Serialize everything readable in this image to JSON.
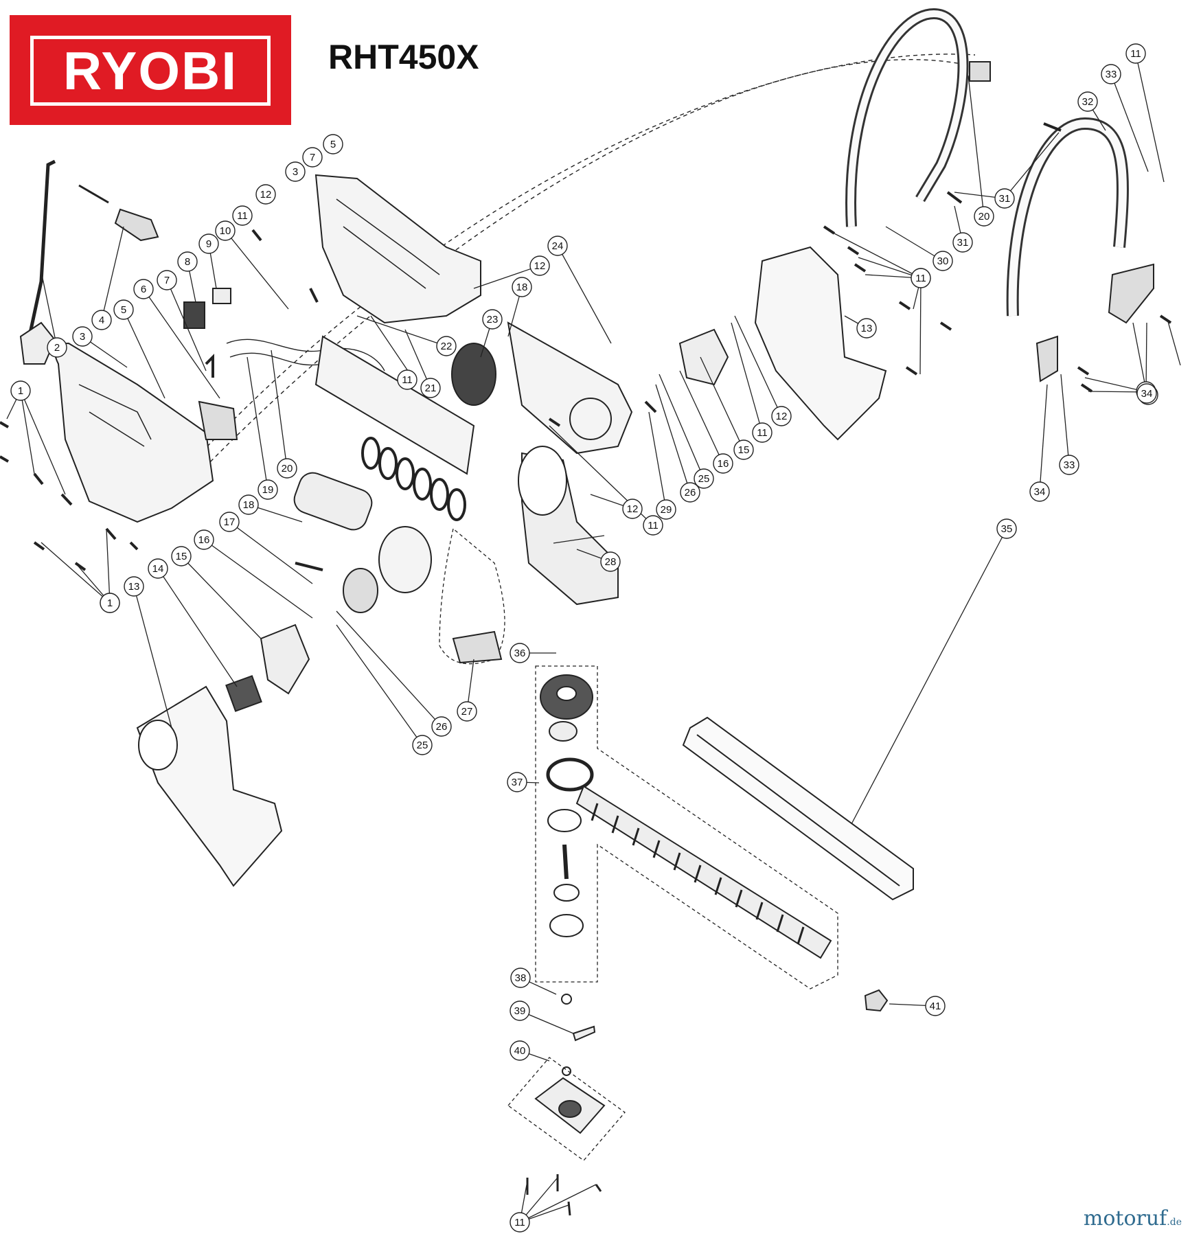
{
  "brand": {
    "logo_text": "RYOBI",
    "logo_color": "#e01b24"
  },
  "model": "RHT450X",
  "watermark": {
    "name": "motoruf",
    "tld": ".de"
  },
  "callouts": [
    {
      "n": "1"
    },
    {
      "n": "1"
    },
    {
      "n": "1"
    },
    {
      "n": "1"
    },
    {
      "n": "2"
    },
    {
      "n": "3"
    },
    {
      "n": "3"
    },
    {
      "n": "4"
    },
    {
      "n": "5"
    },
    {
      "n": "5"
    },
    {
      "n": "6"
    },
    {
      "n": "7"
    },
    {
      "n": "7"
    },
    {
      "n": "8"
    },
    {
      "n": "9"
    },
    {
      "n": "10"
    },
    {
      "n": "11"
    },
    {
      "n": "11"
    },
    {
      "n": "11"
    },
    {
      "n": "11"
    },
    {
      "n": "11"
    },
    {
      "n": "11"
    },
    {
      "n": "11"
    },
    {
      "n": "11"
    },
    {
      "n": "12"
    },
    {
      "n": "12"
    },
    {
      "n": "12"
    },
    {
      "n": "12"
    },
    {
      "n": "13"
    },
    {
      "n": "13"
    },
    {
      "n": "14"
    },
    {
      "n": "15"
    },
    {
      "n": "15"
    },
    {
      "n": "16"
    },
    {
      "n": "16"
    },
    {
      "n": "17"
    },
    {
      "n": "18"
    },
    {
      "n": "18"
    },
    {
      "n": "19"
    },
    {
      "n": "20"
    },
    {
      "n": "20"
    },
    {
      "n": "21"
    },
    {
      "n": "22"
    },
    {
      "n": "23"
    },
    {
      "n": "24"
    },
    {
      "n": "25"
    },
    {
      "n": "25"
    },
    {
      "n": "26"
    },
    {
      "n": "26"
    },
    {
      "n": "27"
    },
    {
      "n": "28"
    },
    {
      "n": "29"
    },
    {
      "n": "30"
    },
    {
      "n": "31"
    },
    {
      "n": "31"
    },
    {
      "n": "32"
    },
    {
      "n": "33"
    },
    {
      "n": "33"
    },
    {
      "n": "34"
    },
    {
      "n": "34"
    },
    {
      "n": "35"
    },
    {
      "n": "36"
    },
    {
      "n": "37"
    },
    {
      "n": "38"
    },
    {
      "n": "39"
    },
    {
      "n": "40"
    },
    {
      "n": "41"
    },
    {
      "n": "11"
    }
  ]
}
